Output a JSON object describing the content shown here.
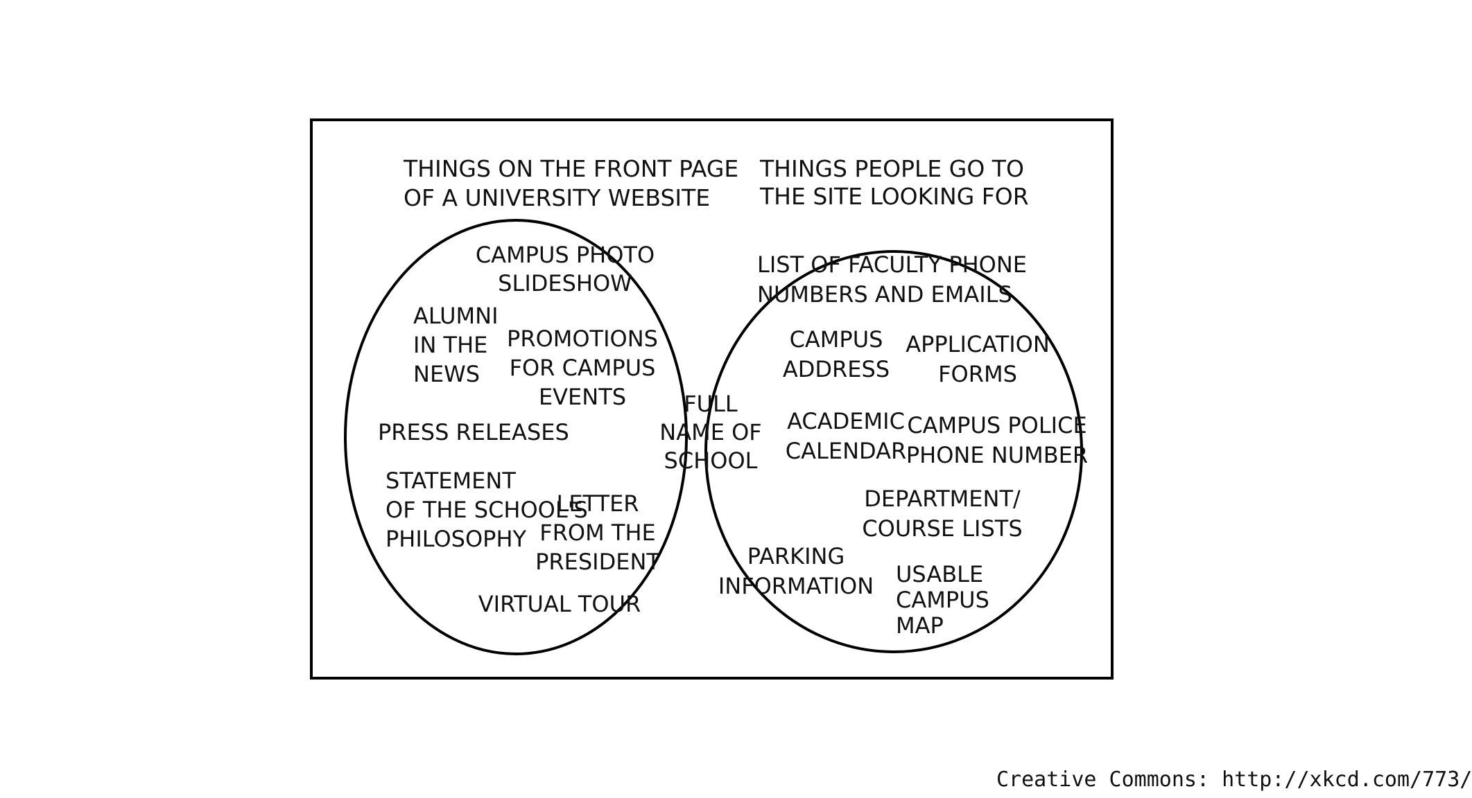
{
  "headings": {
    "left": [
      "THINGS ON THE FRONT PAGE",
      "OF A UNIVERSITY WEBSITE"
    ],
    "right": [
      "THINGS PEOPLE GO TO",
      "THE SITE LOOKING FOR"
    ]
  },
  "left_only": [
    [
      "CAMPUS PHOTO",
      "SLIDESHOW"
    ],
    [
      "ALUMNI",
      "IN THE",
      "NEWS"
    ],
    [
      "PROMOTIONS",
      "FOR CAMPUS",
      "EVENTS"
    ],
    [
      "PRESS RELEASES"
    ],
    [
      "STATEMENT",
      "OF THE SCHOOL'S",
      "PHILOSOPHY"
    ],
    [
      "LETTER",
      "FROM THE",
      "PRESIDENT"
    ],
    [
      "VIRTUAL TOUR"
    ]
  ],
  "overlap": [
    [
      "FULL",
      "NAME OF",
      "SCHOOL"
    ]
  ],
  "right_only": [
    [
      "LIST OF FACULTY PHONE",
      "NUMBERS AND EMAILS"
    ],
    [
      "CAMPUS",
      "ADDRESS"
    ],
    [
      "APPLICATION",
      "FORMS"
    ],
    [
      "ACADEMIC",
      "CALENDAR"
    ],
    [
      "CAMPUS POLICE",
      "PHONE NUMBER"
    ],
    [
      "DEPARTMENT/",
      "COURSE LISTS"
    ],
    [
      "PARKING",
      "INFORMATION"
    ],
    [
      "USABLE",
      "CAMPUS",
      "MAP"
    ]
  ],
  "credit": "Creative Commons: http://xkcd.com/773/"
}
